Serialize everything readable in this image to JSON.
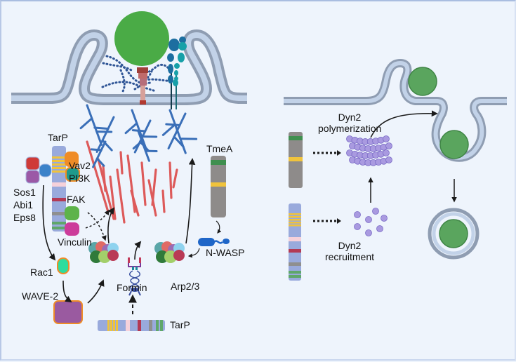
{
  "colors": {
    "background": "#eef4fc",
    "membrane_outer": "#8f9db2",
    "membrane_inner": "#c2d2e8",
    "bacterium": "#4aab46",
    "bacterium_small": "#5aa55e",
    "actin_branched": "#3a6fb8",
    "actin_linear": "#dd5a5a",
    "tarp_body": "#99aadc",
    "tarp_yellow": "#f0c33c",
    "tarp_pink": "#f6d1da",
    "tarp_red": "#b33a55",
    "tarp_gray": "#8f8f8f",
    "tarp_green": "#5fa76a",
    "tmea_body": "#8e8b8a",
    "tmea_green": "#3f8f4f",
    "vav2": "#ef8c27",
    "pi3k": "#1e9a8c",
    "fak": "#5db34a",
    "vinculin": "#cc3c9a",
    "sos1": "#cf3a37",
    "abi1": "#9b59a6",
    "eps8": "#3b82c9",
    "rac1": "#2fdc9e",
    "rac1_border": "#ef8c27",
    "wave2": "#9a5aa0",
    "wave2_border": "#ef8c27",
    "nwasp": "#1f66c8",
    "dyn2": "#a99ae0",
    "dyn2_border": "#7a6bc6",
    "arrow": "#1a1a1a"
  },
  "left_panel": {
    "labels": {
      "tarp_top": "TarP",
      "vav2": "Vav2",
      "pi3k": "PI3K",
      "sos1": "Sos1",
      "abi1": "Abi1",
      "eps8": "Eps8",
      "fak": "FAK",
      "vinculin": "Vinculin",
      "rac1": "Rac1",
      "wave2": "WAVE-2",
      "formin": "Formin",
      "tarp_bottom": "TarP",
      "arp23": "Arp2/3",
      "tmea": "TmeA",
      "nwasp": "N-WASP"
    }
  },
  "right_panel": {
    "labels": {
      "dyn2_polymerization_line1": "Dyn2",
      "dyn2_polymerization_line2": "polymerization",
      "dyn2_recruitment_line1": "Dyn2",
      "dyn2_recruitment_line2": "recruitment"
    }
  }
}
